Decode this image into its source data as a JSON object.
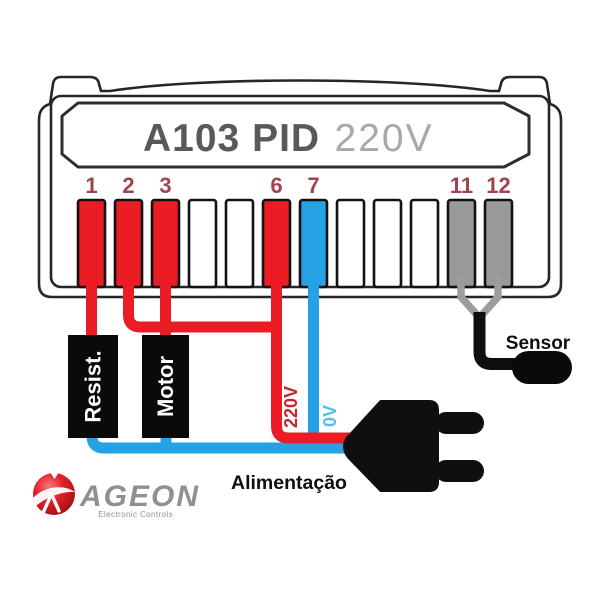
{
  "device": {
    "model": "A103 PID",
    "voltage": "220V"
  },
  "terminals": [
    {
      "number": "1",
      "color": "red"
    },
    {
      "number": "2",
      "color": "red"
    },
    {
      "number": "3",
      "color": "red"
    },
    {
      "number": "",
      "color": "white"
    },
    {
      "number": "",
      "color": "white"
    },
    {
      "number": "6",
      "color": "red"
    },
    {
      "number": "7",
      "color": "blue"
    },
    {
      "number": "",
      "color": "white"
    },
    {
      "number": "",
      "color": "white"
    },
    {
      "number": "",
      "color": "white"
    },
    {
      "number": "11",
      "color": "gray"
    },
    {
      "number": "12",
      "color": "gray"
    }
  ],
  "labels": {
    "resist": "Resist.",
    "motor": "Motor",
    "line": "220V",
    "neutral": "0V",
    "power": "Alimentação",
    "sensor": "Sensor"
  },
  "logo": {
    "brand": "AGEON",
    "tagline": "Electronic Controls"
  },
  "colors": {
    "wire_red": "#ec1c24",
    "wire_blue": "#25a2e4",
    "wire_gray": "#9b9da0",
    "terminal_white": "#ffffff",
    "terminal_gray": "#98999b",
    "terminal_stroke": "#121212",
    "terminal_number": "#a04350",
    "title_dark": "#58595b",
    "title_light": "#a7a9ac",
    "line_label": "#c1272d",
    "neutral_label": "#56bfe9",
    "brand_gray": "#8e9093",
    "logo_red": "#d8161f",
    "ink": "#0f0f0f"
  }
}
